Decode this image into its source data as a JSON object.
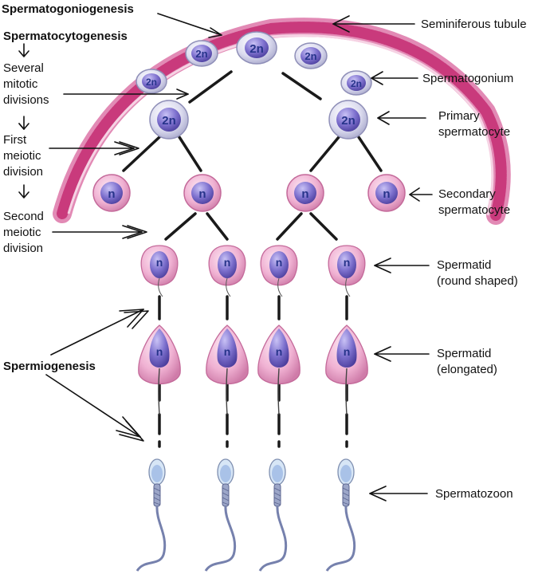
{
  "labels": {
    "spermatogoniogenesis": "Spermatogoniogenesis",
    "spermatocytogenesis": "Spermatocytogenesis",
    "several": "Several",
    "mitotic": "mitotic",
    "divisions": "divisions",
    "first": "First",
    "meiotic1": "meiotic",
    "division1": "division",
    "second": "Second",
    "meiotic2": "meiotic",
    "division2": "division",
    "spermiogenesis": "Spermiogenesis",
    "seminiferous_tubule": "Seminiferous tubule",
    "spermatogonium": "Spermatogonium",
    "primary": "Primary",
    "spermatocyte1": "spermatocyte",
    "secondary": "Secondary",
    "spermatocyte2": "spermatocyte",
    "spermatid1": "Spermatid",
    "round_shaped": "(round shaped)",
    "spermatid2": "Spermatid",
    "elongated": "(elongated)",
    "spermatozoon": "Spermatozoon"
  },
  "cells": {
    "diploid": "2n",
    "haploid": "n"
  },
  "colors": {
    "tubule": "#d94f8e",
    "cell_2n_fill": "#d8d8ec",
    "cell_n_fill": "#f0b8d6",
    "nucleus": "#7a6fc4",
    "nucleus_text": "#26338a",
    "line": "#1a1a1a"
  }
}
